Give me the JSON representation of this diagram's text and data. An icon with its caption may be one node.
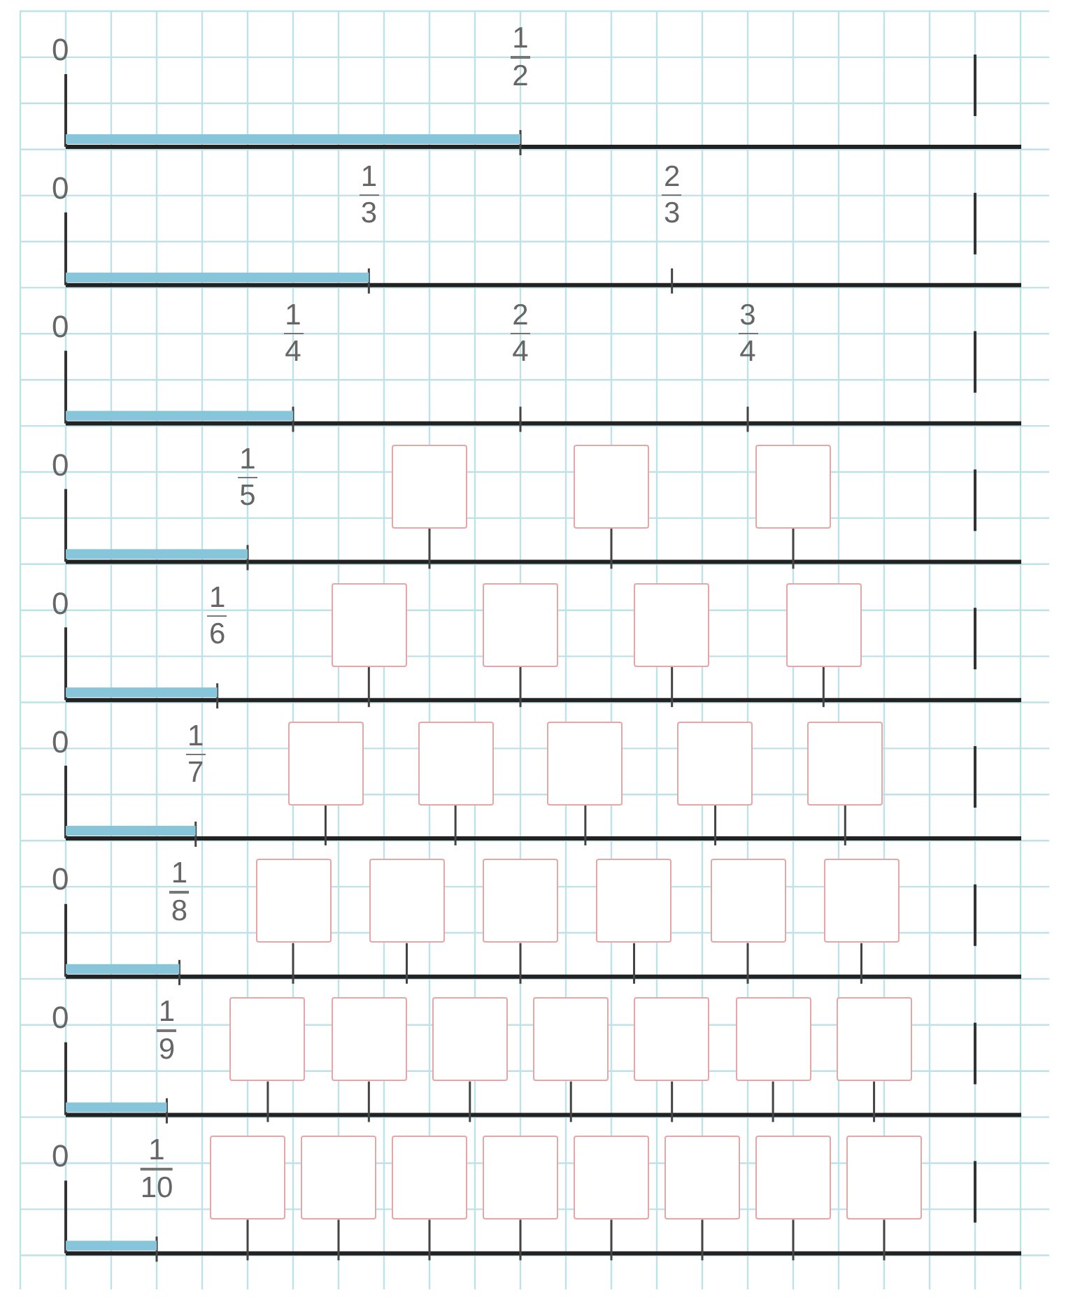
{
  "diagram": {
    "nodes": [
      {
        "text": [],
        "shape": "box"
      },
      {
        "text": [],
        "shape": "box"
      },
      {
        "text": [],
        "shape": "box"
      },
      {
        "text": [],
        "shape": "box"
      },
      {
        "text": [],
        "shape": "box"
      },
      {
        "text": [],
        "shape": "box"
      },
      {
        "text": [],
        "shape": "box"
      },
      {
        "text": [],
        "shape": "box"
      },
      {
        "text": [],
        "shape": "box"
      },
      {
        "text": [],
        "shape": "box"
      },
      {
        "text": [],
        "shape": "box"
      },
      {
        "text": [],
        "shape": "box"
      },
      {
        "text": [],
        "shape": "box"
      },
      {
        "text": [],
        "shape": "box"
      },
      {
        "text": [],
        "shape": "box"
      },
      {
        "text": [],
        "shape": "box"
      },
      {
        "text": [],
        "shape": "box"
      },
      {
        "text": [],
        "shape": "box"
      },
      {
        "text": [],
        "shape": "box"
      },
      {
        "text": [],
        "shape": "box"
      },
      {
        "text": [],
        "shape": "box"
      },
      {
        "text": [],
        "shape": "box"
      },
      {
        "text": [],
        "shape": "box"
      },
      {
        "text": [],
        "shape": "box"
      },
      {
        "text": [],
        "shape": "box"
      },
      {
        "text": [],
        "shape": "box"
      },
      {
        "text": [],
        "shape": "box"
      },
      {
        "text": [],
        "shape": "box"
      },
      {
        "text": [],
        "shape": "box"
      },
      {
        "text": [],
        "shape": "box"
      },
      {
        "text": [],
        "shape": "box"
      },
      {
        "text": [],
        "shape": "box"
      },
      {
        "text": [],
        "shape": "box"
      }
    ],
    "labels": [
      "0",
      "1",
      "2",
      "0",
      "1",
      "3",
      "2",
      "3",
      "0",
      "1",
      "4",
      "2",
      "4",
      "3",
      "4",
      "0",
      "1",
      "5",
      "0",
      "1",
      "6",
      "0",
      "1",
      "7",
      "0",
      "1",
      "8",
      "0",
      "1",
      "9",
      "0",
      "1",
      "10"
    ]
  }
}
